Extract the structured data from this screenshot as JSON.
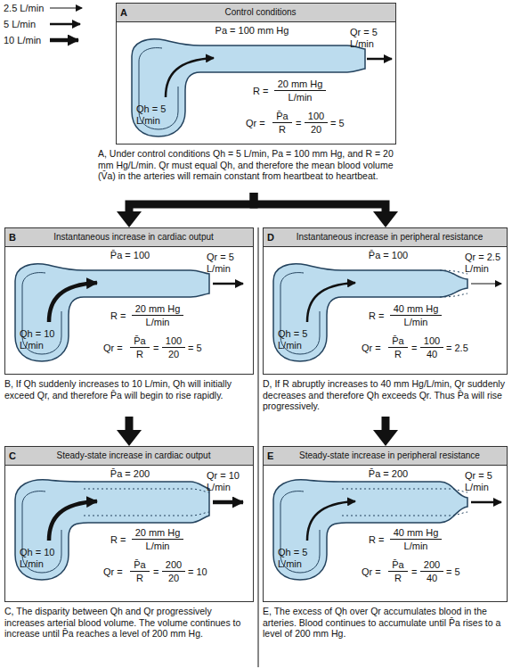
{
  "diagram": {
    "nodes": [
      {
        "text": [
          "Pa = 100 mm Hg",
          "Qr = 5 L/min",
          "Qh = 5 L/min",
          "R =",
          "20 mm Hg",
          "L/min",
          "Qr =",
          "P̄a",
          "R",
          "=",
          "100",
          "20",
          "= 5",
          "A, Under control conditions Qh = 5 L/min, Pa = 100 mm Hg, and R = 20 mm Hg/L/min. Qr must equal Qh, and therefore the mean blood volume (V̄a) in the arteries will remain constant from heartbeat to heartbeat."
        ]
      },
      {
        "text": [
          "A",
          "Control conditions"
        ],
        "in": 0
      },
      {
        "text": [
          "P̄a = 100",
          "Qr = 5 L/min",
          "Qh = 10 L/min",
          "R =",
          "20 mm Hg",
          "L/min",
          "Qr =",
          "P̄a",
          "R",
          "=",
          "100",
          "20",
          "= 5",
          "B, If Qh suddenly increases to 10 L/min, Qh will initially exceed Qr, and therefore P̄a will begin to rise rapidly."
        ]
      },
      {
        "text": [
          "B",
          "Instantaneous increase in cardiac output"
        ],
        "in": 2
      },
      {
        "text": [
          "P̄a = 200",
          "Qr = 10 L/min",
          "Qh = 10 L/min",
          "R =",
          "20 mm Hg",
          "L/min",
          "Qr =",
          "P̄a",
          "R",
          "=",
          "200",
          "20",
          "= 10",
          "C, The disparity between Qh and Qr progressively increases arterial blood volume. The volume continues to increase until P̄a reaches a level of 200 mm Hg."
        ]
      },
      {
        "text": [
          "C",
          "Steady-state increase in cardiac output"
        ],
        "in": 4
      },
      {
        "text": [
          "P̄a = 100",
          "Qr = 2.5 L/min",
          "Qh = 5 L/min",
          "R =",
          "40 mm Hg",
          "L/min",
          "Qr =",
          "P̄a",
          "R",
          "=",
          "100",
          "40",
          "= 2.5",
          "D, If R abruptly increases to 40 mm Hg/L/min, Qr suddenly decreases and therefore Qh exceeds Qr. Thus P̄a will rise progressively."
        ]
      },
      {
        "text": [
          "D",
          "Instantaneous increase in peripheral resistance"
        ],
        "in": 6
      },
      {
        "text": [
          "P̄a = 200",
          "Qr = 5 L/min",
          "Qh = 5 L/min",
          "R =",
          "40 mm Hg",
          "L/min",
          "Qr =",
          "P̄a",
          "R",
          "=",
          "200",
          "40",
          "= 5",
          "E, The excess of Qh over Qr accumulates blood in the arteries. Blood continues to accumulate until P̄a rises to a level of 200 mm Hg."
        ]
      },
      {
        "text": [
          "E",
          "Steady-state increase in peripheral resistance"
        ],
        "in": 8
      }
    ],
    "edges": [
      {
        "from": 0,
        "to": 2,
        "arrow": "to"
      },
      {
        "from": 0,
        "to": 6,
        "arrow": "to"
      },
      {
        "from": 2,
        "to": 4,
        "arrow": "to"
      },
      {
        "from": 6,
        "to": 8,
        "arrow": "to"
      }
    ],
    "legend": [
      {
        "text": "2.5 L/min"
      },
      {
        "text": "5 L/min"
      },
      {
        "text": "10 L/min"
      }
    ]
  }
}
